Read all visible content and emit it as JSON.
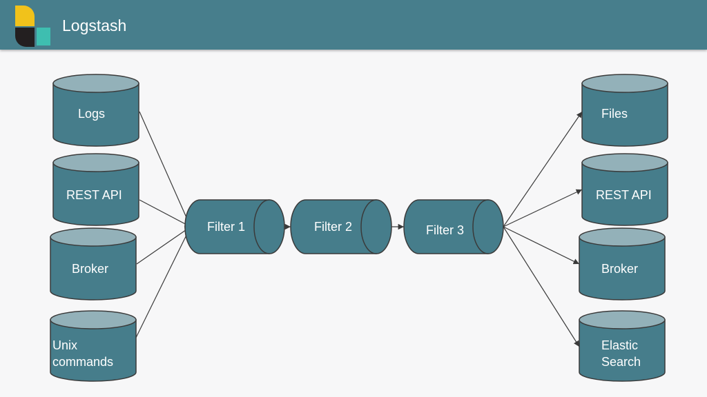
{
  "header": {
    "title": "Logstash"
  },
  "colors": {
    "header_bg": "#477e8c",
    "node_body": "#467d8b",
    "node_top": "#93b1b9",
    "stroke": "#3a3a3a",
    "logo_yellow": "#f1c21b",
    "logo_black": "#231f20",
    "logo_teal": "#3ebeb0"
  },
  "diagram": {
    "inputs": [
      {
        "id": "in-logs",
        "label": "Logs"
      },
      {
        "id": "in-rest",
        "label": "REST API"
      },
      {
        "id": "in-broker",
        "label": "Broker"
      },
      {
        "id": "in-unix",
        "label": "Unix\ncommands"
      }
    ],
    "filters": [
      {
        "id": "f1",
        "label": "Filter 1"
      },
      {
        "id": "f2",
        "label": "Filter 2"
      },
      {
        "id": "f3",
        "label": "Filter 3"
      }
    ],
    "outputs": [
      {
        "id": "out-files",
        "label": "Files"
      },
      {
        "id": "out-rest",
        "label": "REST API"
      },
      {
        "id": "out-broker",
        "label": "Broker"
      },
      {
        "id": "out-es",
        "label": "Elastic\nSearch"
      }
    ],
    "edges": [
      [
        "in-logs",
        "f1"
      ],
      [
        "in-rest",
        "f1"
      ],
      [
        "in-broker",
        "f1"
      ],
      [
        "in-unix",
        "f1"
      ],
      [
        "f1",
        "f2"
      ],
      [
        "f2",
        "f3"
      ],
      [
        "f3",
        "out-files"
      ],
      [
        "f3",
        "out-rest"
      ],
      [
        "f3",
        "out-broker"
      ],
      [
        "f3",
        "out-es"
      ]
    ]
  }
}
